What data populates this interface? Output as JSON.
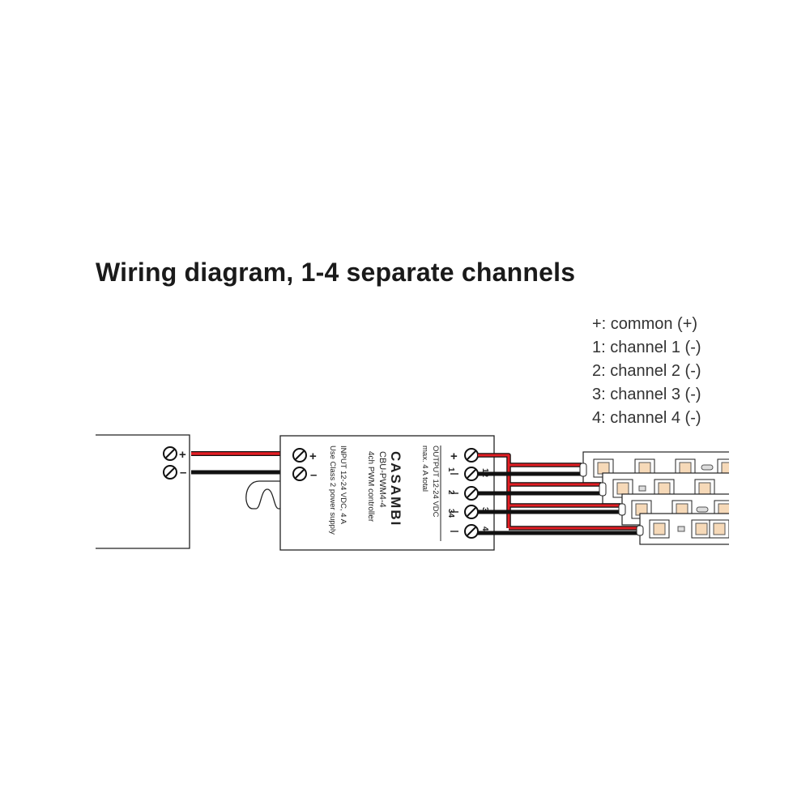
{
  "title": "Wiring diagram, 1-4 separate channels",
  "legend": [
    "+: common (+)",
    "1: channel 1 (-)",
    "2: channel 2 (-)",
    "3: channel 3 (-)",
    "4: channel 4 (-)"
  ],
  "power_supply": {
    "plus": "+",
    "minus": "–"
  },
  "controller": {
    "input_plus": "+",
    "input_minus": "–",
    "brand": "CASAMBI",
    "model": "CBU-PWM4-4",
    "description": "4ch PWM controller",
    "input_line1": "INPUT 12-24 VDC, 4 A",
    "input_line2": "Use Class 2 power supply",
    "output_line1": "OUTPUT 12-24 VDC",
    "output_line2": "max. 4 A total",
    "output_plus": "+",
    "out_label_12": "12",
    "out_label_34": "34",
    "out_label_3": "3",
    "out_label_4": "4",
    "out_label_1": "1",
    "out_label_2": "2"
  },
  "colors": {
    "positive_wire": "#e31e24",
    "negative_wire": "#111111",
    "led": "#f6d9b8"
  }
}
